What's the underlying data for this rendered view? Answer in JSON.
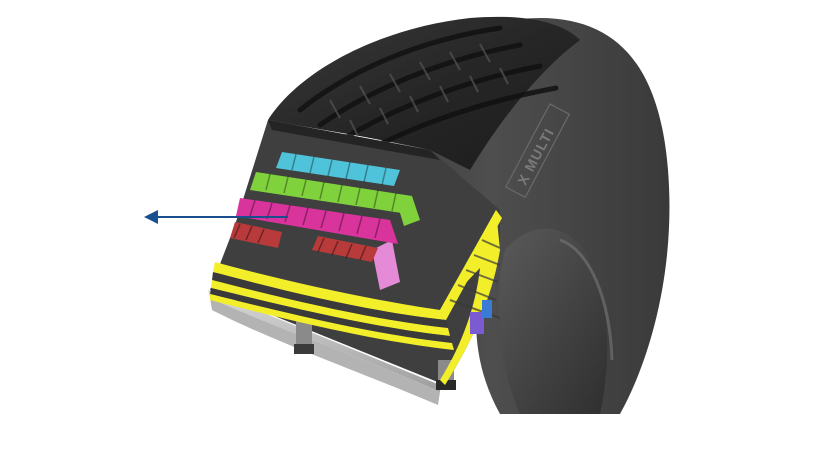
{
  "figure": {
    "subject": "truck-tire-cutaway",
    "brand_text": "X MULTI",
    "arrow": {
      "color": "#1a4f8f",
      "points_to": "tire"
    }
  },
  "layers": [
    {
      "id": "layer-cyan",
      "color": "#4fc3d9"
    },
    {
      "id": "layer-green",
      "color": "#7fd23b"
    },
    {
      "id": "layer-magenta",
      "color": "#d9339c"
    },
    {
      "id": "layer-red",
      "color": "#b83a3a"
    },
    {
      "id": "layer-pink",
      "color": "#e58ad6"
    },
    {
      "id": "layer-yellow",
      "color": "#f2ee2a"
    }
  ],
  "colors": {
    "rubber_dark": "#2c2c2c",
    "rubber_mid": "#4a4a4a",
    "rubber_light": "#6a6a6a",
    "inner_liner": "#c8c8c8"
  }
}
